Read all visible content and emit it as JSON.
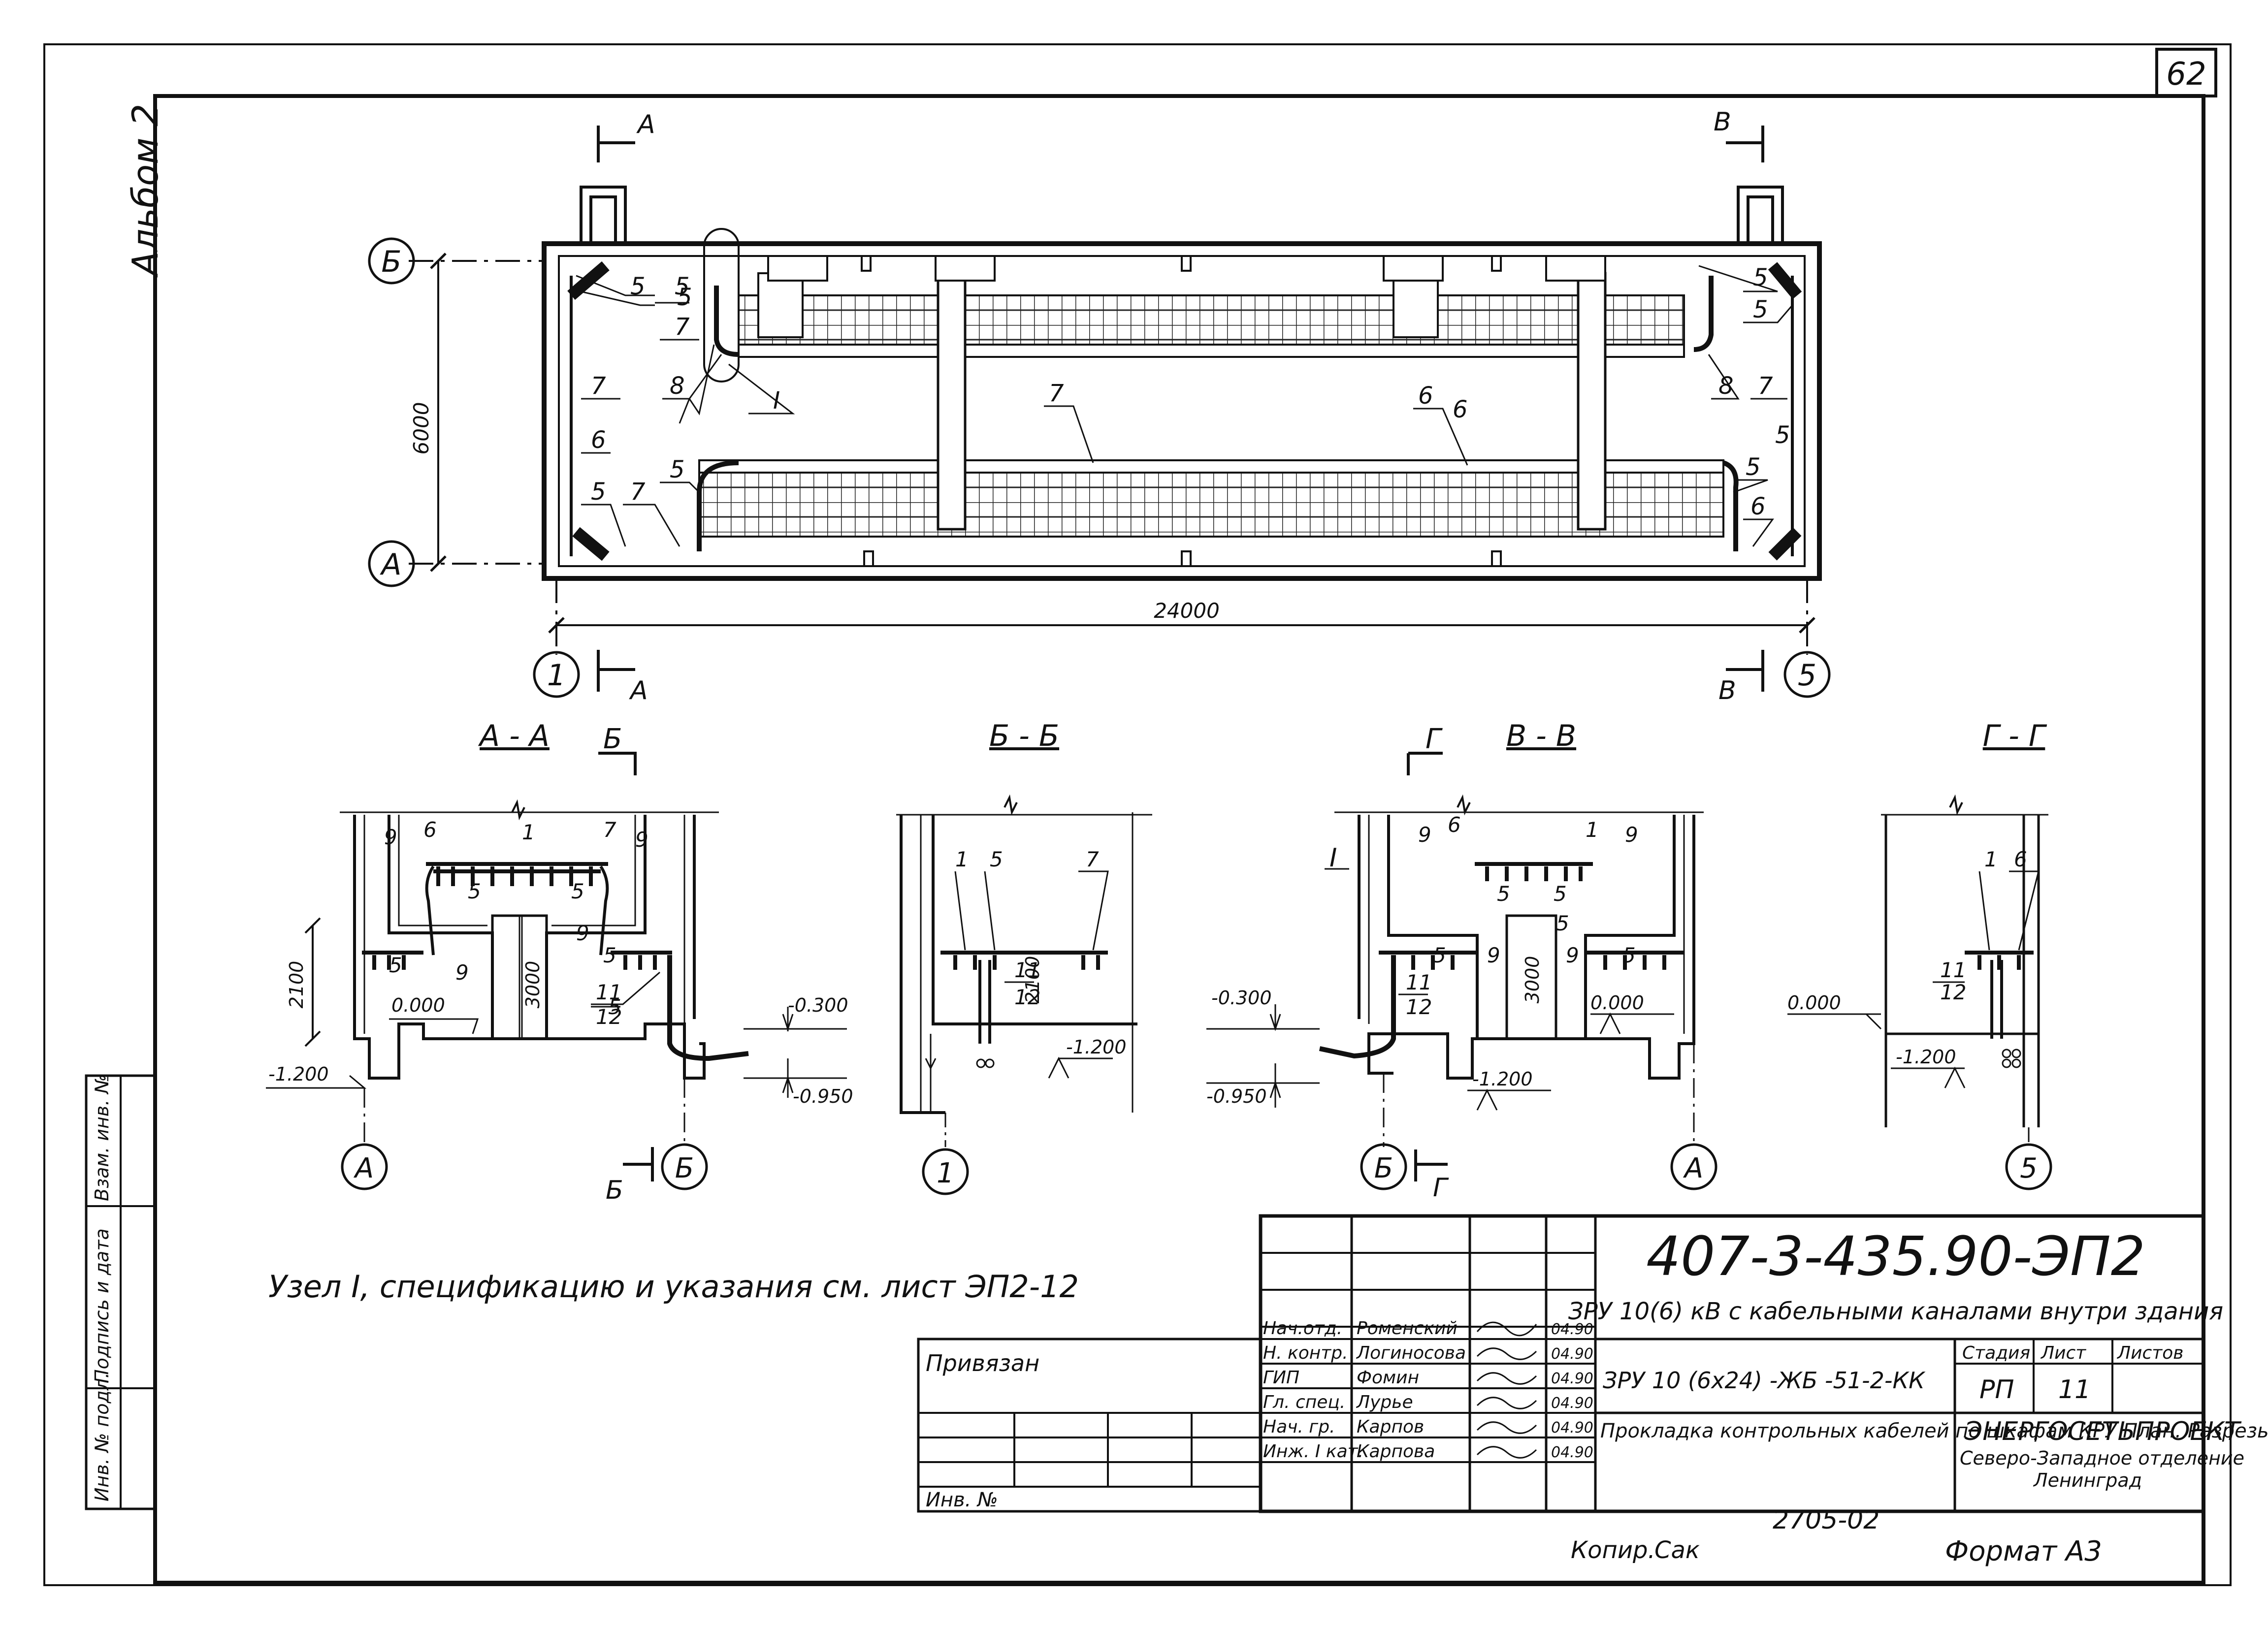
{
  "sheet": {
    "page_number": "62",
    "album_label": "Альбом 2",
    "note": "Узел I, спецификацию и указания см. лист ЭП2-12",
    "copy_label": "Копир.",
    "copy_signature": "Сак",
    "format_label": "Формат А3",
    "archive_number": "2705-02"
  },
  "plan": {
    "axes": {
      "left_top": "Б",
      "left_bottom": "А",
      "bottom_left": "1",
      "bottom_right": "5"
    },
    "dim_width": "24000",
    "dim_height": "6000",
    "cut_marks": {
      "a": "А",
      "v": "В"
    },
    "node_label": "I",
    "callouts": [
      "5",
      "5",
      "7",
      "5",
      "7",
      "8",
      "I",
      "7",
      "6",
      "5",
      "6",
      "5",
      "7",
      "6",
      "5",
      "5",
      "8",
      "7",
      "5",
      "5",
      "6"
    ]
  },
  "sections": [
    {
      "title": "А - А",
      "cut_mark": "Б",
      "axis_left": "А",
      "axis_right": "Б",
      "callouts": [
        "9",
        "6",
        "1",
        "7",
        "9",
        "5",
        "5",
        "5",
        "9",
        "9",
        "5",
        "5",
        "11",
        "12"
      ],
      "dims": [
        "2100",
        "3000"
      ],
      "levels": [
        "0.000",
        "-1.200",
        "-0.300",
        "-0.950"
      ]
    },
    {
      "title": "Б - Б",
      "axis": "1",
      "callouts": [
        "1",
        "5",
        "7",
        "11",
        "12"
      ],
      "dims": [
        "2100"
      ],
      "levels": [
        "-1.200"
      ]
    },
    {
      "title": "В - В",
      "cut_mark": "Г",
      "node_label": "I",
      "axis_left": "Б",
      "axis_right": "А",
      "callouts": [
        "9",
        "6",
        "1",
        "9",
        "5",
        "5",
        "5",
        "9",
        "9",
        "5",
        "5",
        "11",
        "12"
      ],
      "dims": [
        "3000"
      ],
      "levels": [
        "0.000",
        "-1.200",
        "-0.300",
        "-0.950"
      ]
    },
    {
      "title": "Г - Г",
      "axis": "5",
      "callouts": [
        "1",
        "6",
        "11",
        "12"
      ],
      "levels": [
        "0.000",
        "-1.200"
      ]
    }
  ],
  "title_block": {
    "doc_code": "407-3-435.90-ЭП2",
    "project_title": "ЗРУ 10(6) кВ с кабельными каналами внутри здания",
    "object": "ЗРУ 10 (6х24) -ЖБ -51-2-КК",
    "sheet_title": "Прокладка контрольных кабелей по шкафам КРУ План. Разрезы.",
    "stage_header": "Стадия",
    "sheet_header": "Лист",
    "sheets_header": "Листов",
    "stage": "РП",
    "sheet_no": "11",
    "org": "ЭНЕРГОСЕТЬПРОЕКТ",
    "org_branch": "Северо-Западное отделение",
    "org_city": "Ленинград",
    "bound_label": "Привязан",
    "inv_label": "Инв. №",
    "staff": [
      {
        "role": "Нач.отд.",
        "name": "Роменский",
        "date": "04.90"
      },
      {
        "role": "Н. контр.",
        "name": "Логиносова",
        "date": "04.90"
      },
      {
        "role": "ГИП",
        "name": "Фомин",
        "date": "04.90"
      },
      {
        "role": "Гл. спец.",
        "name": "Лурье",
        "date": "04.90"
      },
      {
        "role": "Нач. гр.",
        "name": "Карпов",
        "date": "04.90"
      },
      {
        "role": "Инж. I кат.",
        "name": "Карпова",
        "date": "04.90"
      }
    ]
  },
  "side_stamp": {
    "cells": [
      "Инв. № подл.",
      "Подпись и дата",
      "Взам. инв. №"
    ]
  }
}
